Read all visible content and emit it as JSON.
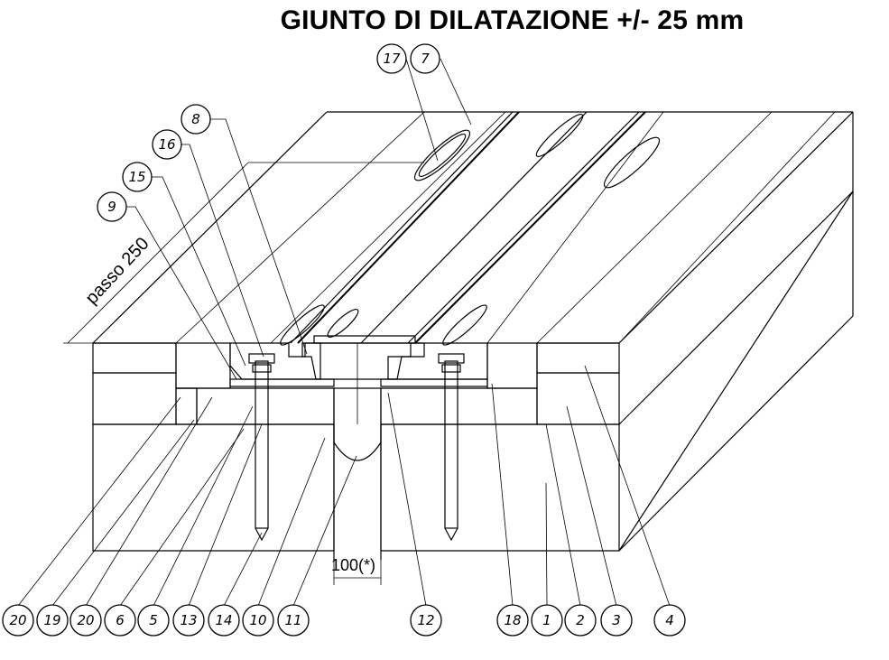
{
  "title": "GIUNTO DI DILATAZIONE +/- 25 mm",
  "pitch_label": "passo 250",
  "dimension_label": "100(*)",
  "callouts_top": [
    "17",
    "7",
    "8",
    "16",
    "15",
    "9"
  ],
  "callouts_bottom": [
    "20",
    "19",
    "20",
    "6",
    "5",
    "13",
    "14",
    "10",
    "11",
    "12",
    "18",
    "1",
    "2",
    "3",
    "4"
  ]
}
